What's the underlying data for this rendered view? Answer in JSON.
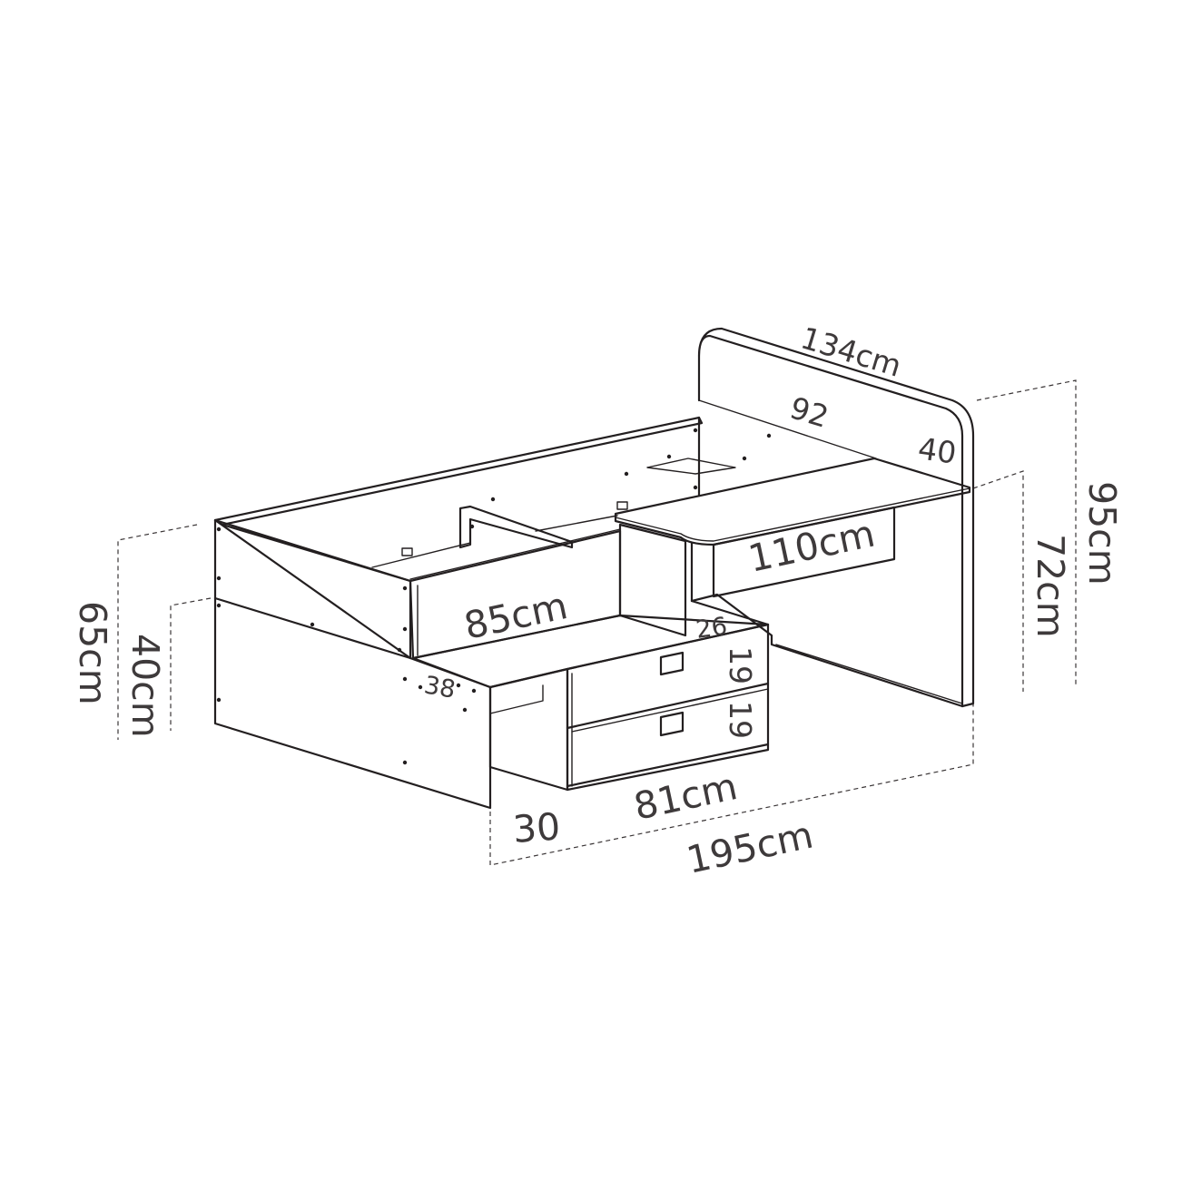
{
  "diagram": {
    "colors": {
      "line": "#231f20",
      "text": "#3e3a3b",
      "background": "#ffffff"
    },
    "labels": {
      "headboard_width": "134cm",
      "headboard_inner": "92",
      "desk_depth": "40",
      "total_height": "95cm",
      "desk_height": "72cm",
      "desk_width": "110cm",
      "overall_height_left": "65cm",
      "bed_height": "40cm",
      "compartment_width": "85cm",
      "step_width": "26",
      "drawer_top_height": "19",
      "drawer_bottom_height": "19",
      "step_depth": "38",
      "drawer_width": "81cm",
      "step_offset": "30",
      "total_length": "195cm"
    }
  }
}
